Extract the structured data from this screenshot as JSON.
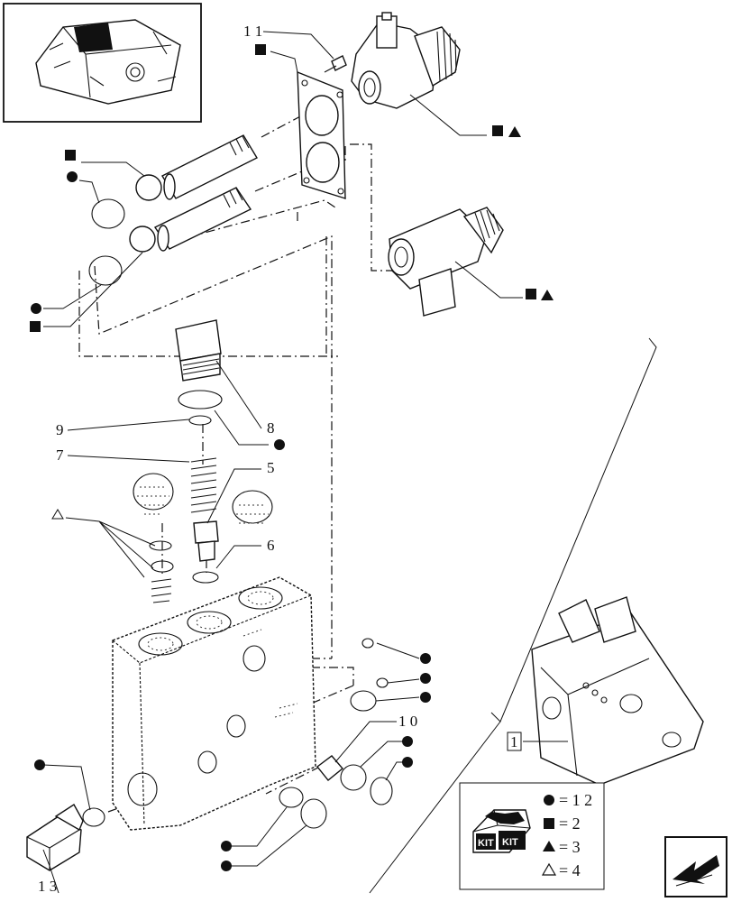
{
  "callouts": {
    "c11": "1 1",
    "c9": "9",
    "c7": "7",
    "c8": "8",
    "c5": "5",
    "c6": "6",
    "c10": "1 0",
    "c13": "1 3",
    "c1": "1"
  },
  "legend": {
    "kit_left": "KIT",
    "kit_right": "KIT",
    "rows": [
      {
        "symbol": "circle",
        "text": "= 1 2"
      },
      {
        "symbol": "square",
        "text": "= 2"
      },
      {
        "symbol": "triangle",
        "text": "= 3"
      },
      {
        "symbol": "triangle-outline",
        "text": "= 4"
      }
    ]
  },
  "nav": {
    "icon": "next-page-arrow-icon"
  },
  "colors": {
    "ink": "#111111",
    "paper": "#ffffff"
  }
}
